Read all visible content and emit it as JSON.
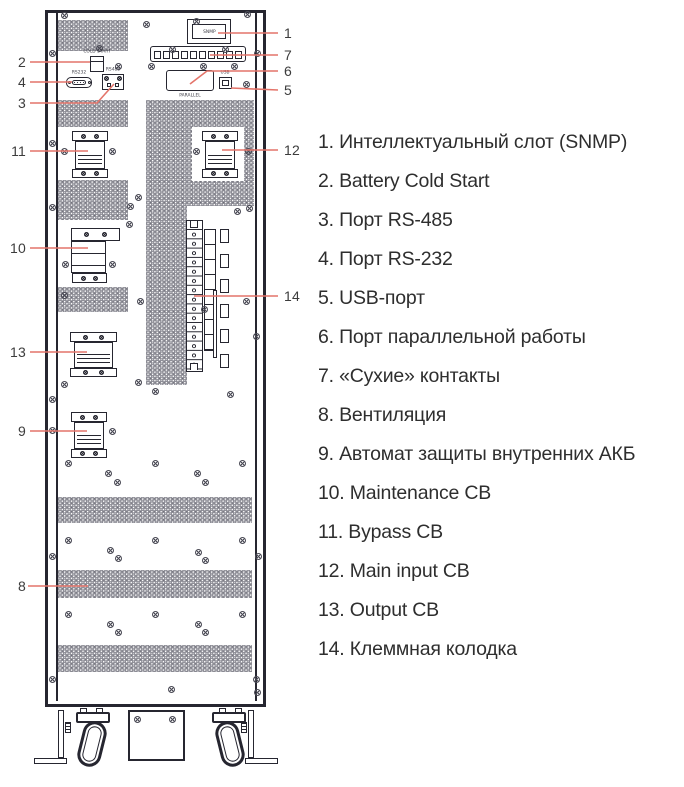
{
  "colors": {
    "callout_line": "#e4746a",
    "line": "#262630",
    "text": "#2e2e2e",
    "vent": "#8b8b94"
  },
  "panel_labels": {
    "snmp": "SNMP",
    "cold_start": "COLD START",
    "rs232": "RS232",
    "rs485": "RS485",
    "parallel": "PARALLEL",
    "usb": "USB"
  },
  "callouts": {
    "numbers": [
      "1",
      "2",
      "3",
      "4",
      "5",
      "6",
      "7",
      "8",
      "9",
      "10",
      "11",
      "12",
      "13",
      "14"
    ]
  },
  "legend": {
    "items": [
      "1. Интеллектуальный слот (SNMP)",
      "2. Battery Cold Start",
      "3. Порт RS-485",
      "4. Порт RS-232",
      "5. USB-порт",
      "6. Порт параллельной работы",
      "7. «Сухие» контакты",
      "8. Вентиляция",
      "9. Автомат защиты внутренних АКБ",
      "10. Maintenance CB",
      "11. Bypass CB",
      "12. Main input CB",
      "13. Output CB",
      "14. Клеммная колодка"
    ]
  }
}
